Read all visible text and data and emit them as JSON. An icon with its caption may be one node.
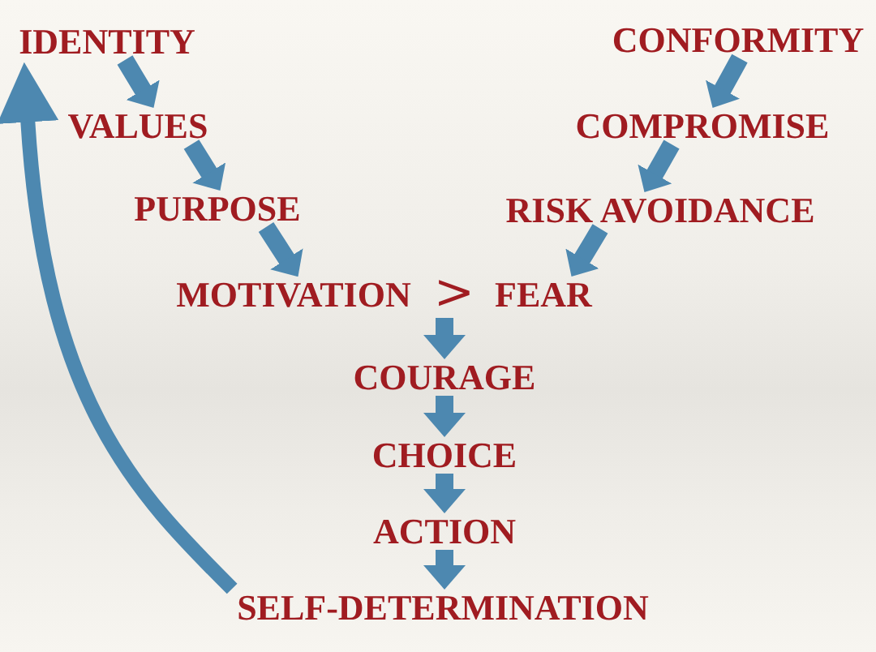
{
  "diagram": {
    "nodes": [
      {
        "text": [
          "IDENTITY"
        ]
      },
      {
        "text": [
          "CONFORMITY"
        ]
      },
      {
        "text": [
          "VALUES"
        ]
      },
      {
        "text": [
          "COMPROMISE"
        ]
      },
      {
        "text": [
          "PURPOSE"
        ]
      },
      {
        "text": [
          "RISK AVOIDANCE"
        ]
      },
      {
        "text": [
          "MOTIVATION"
        ]
      },
      {
        "text": [
          ">"
        ]
      },
      {
        "text": [
          "FEAR"
        ]
      },
      {
        "text": [
          "COURAGE"
        ]
      },
      {
        "text": [
          "CHOICE"
        ]
      },
      {
        "text": [
          "ACTION"
        ]
      },
      {
        "text": [
          "SELF-DETERMINATION"
        ]
      }
    ],
    "edges": [
      {
        "from": 0,
        "to": 2,
        "arrow": "to"
      },
      {
        "from": 2,
        "to": 4,
        "arrow": "to"
      },
      {
        "from": 4,
        "to": 6,
        "arrow": "to"
      },
      {
        "from": 1,
        "to": 3,
        "arrow": "to"
      },
      {
        "from": 3,
        "to": 5,
        "arrow": "to"
      },
      {
        "from": 5,
        "to": 8,
        "arrow": "to"
      },
      {
        "from": 7,
        "to": 9,
        "arrow": "to"
      },
      {
        "from": 9,
        "to": 10,
        "arrow": "to"
      },
      {
        "from": 10,
        "to": 11,
        "arrow": "to"
      },
      {
        "from": 11,
        "to": 12,
        "arrow": "to"
      },
      {
        "from": 12,
        "to": 0,
        "arrow": "to"
      }
    ]
  }
}
